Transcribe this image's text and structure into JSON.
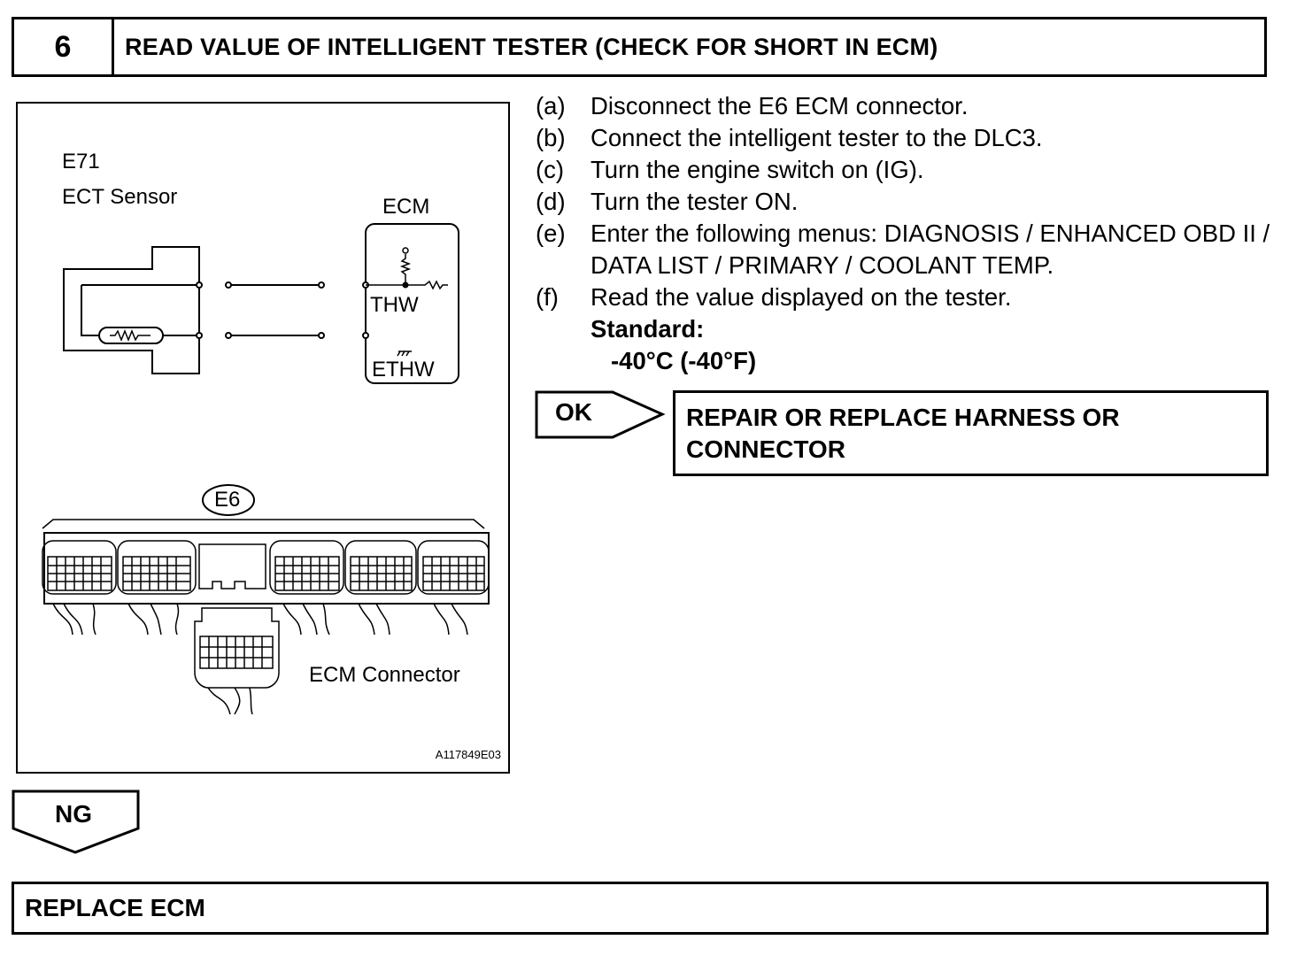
{
  "header": {
    "step_number": "6",
    "title": "READ VALUE OF INTELLIGENT TESTER (CHECK FOR SHORT IN ECM)"
  },
  "figure": {
    "sensor_code": "E71",
    "sensor_name": "ECT Sensor",
    "ecm_label": "ECM",
    "pin_thw": "THW",
    "pin_ethw": "ETHW",
    "connector_code": "E6",
    "connector_label": "ECM Connector",
    "figure_id": "A117849E03"
  },
  "steps": [
    {
      "letter": "(a)",
      "text": "Disconnect the E6 ECM connector."
    },
    {
      "letter": "(b)",
      "text": "Connect the intelligent tester to the DLC3."
    },
    {
      "letter": "(c)",
      "text": "Turn the engine switch on (IG)."
    },
    {
      "letter": "(d)",
      "text": "Turn the tester ON."
    },
    {
      "letter": "(e)",
      "text": "Enter the following menus: DIAGNOSIS / ENHANCED OBD II / DATA LIST / PRIMARY / COOLANT TEMP."
    },
    {
      "letter": "(f)",
      "text": "Read the value displayed on the tester."
    }
  ],
  "standard": {
    "label": "Standard:",
    "value": "-40°C (-40°F)"
  },
  "ok_branch": {
    "label": "OK",
    "result": "REPAIR OR REPLACE HARNESS OR CONNECTOR"
  },
  "ng_branch": {
    "label": "NG",
    "result": "REPLACE ECM"
  }
}
